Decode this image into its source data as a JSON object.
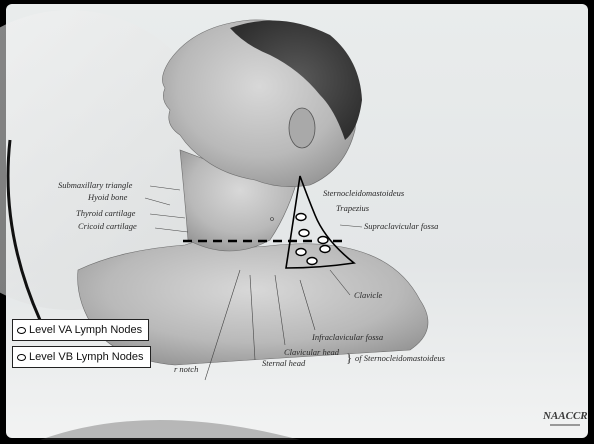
{
  "anatomy_labels": {
    "submaxillary_triangle": "Submaxillary triangle",
    "hyoid_bone": "Hyoid bone",
    "thyroid_cartilage": "Thyroid cartilage",
    "cricoid_cartilage": "Cricoid cartilage",
    "sternocleidomastoideus": "Sternocleidomastoideus",
    "trapezius": "Trapezius",
    "supraclavicular_fossa": "Supraclavicular fossa",
    "clavicle": "Clavicle",
    "infraclavicular_fossa": "Infraclavicular fossa",
    "clavicular_head": "Clavicular head",
    "of_sternocleidomastoideus": "of Sternocleidomastoideus",
    "sternal_head": "Sternal head",
    "notch_partial": "r notch"
  },
  "legend": {
    "level_va": "Level VA Lymph Nodes",
    "level_vb": "Level VB Lymph Nodes"
  },
  "logo": "NAACCR",
  "colors": {
    "background": "#e9ecec",
    "outline": "#000000",
    "skin": "#c9c9c9"
  }
}
